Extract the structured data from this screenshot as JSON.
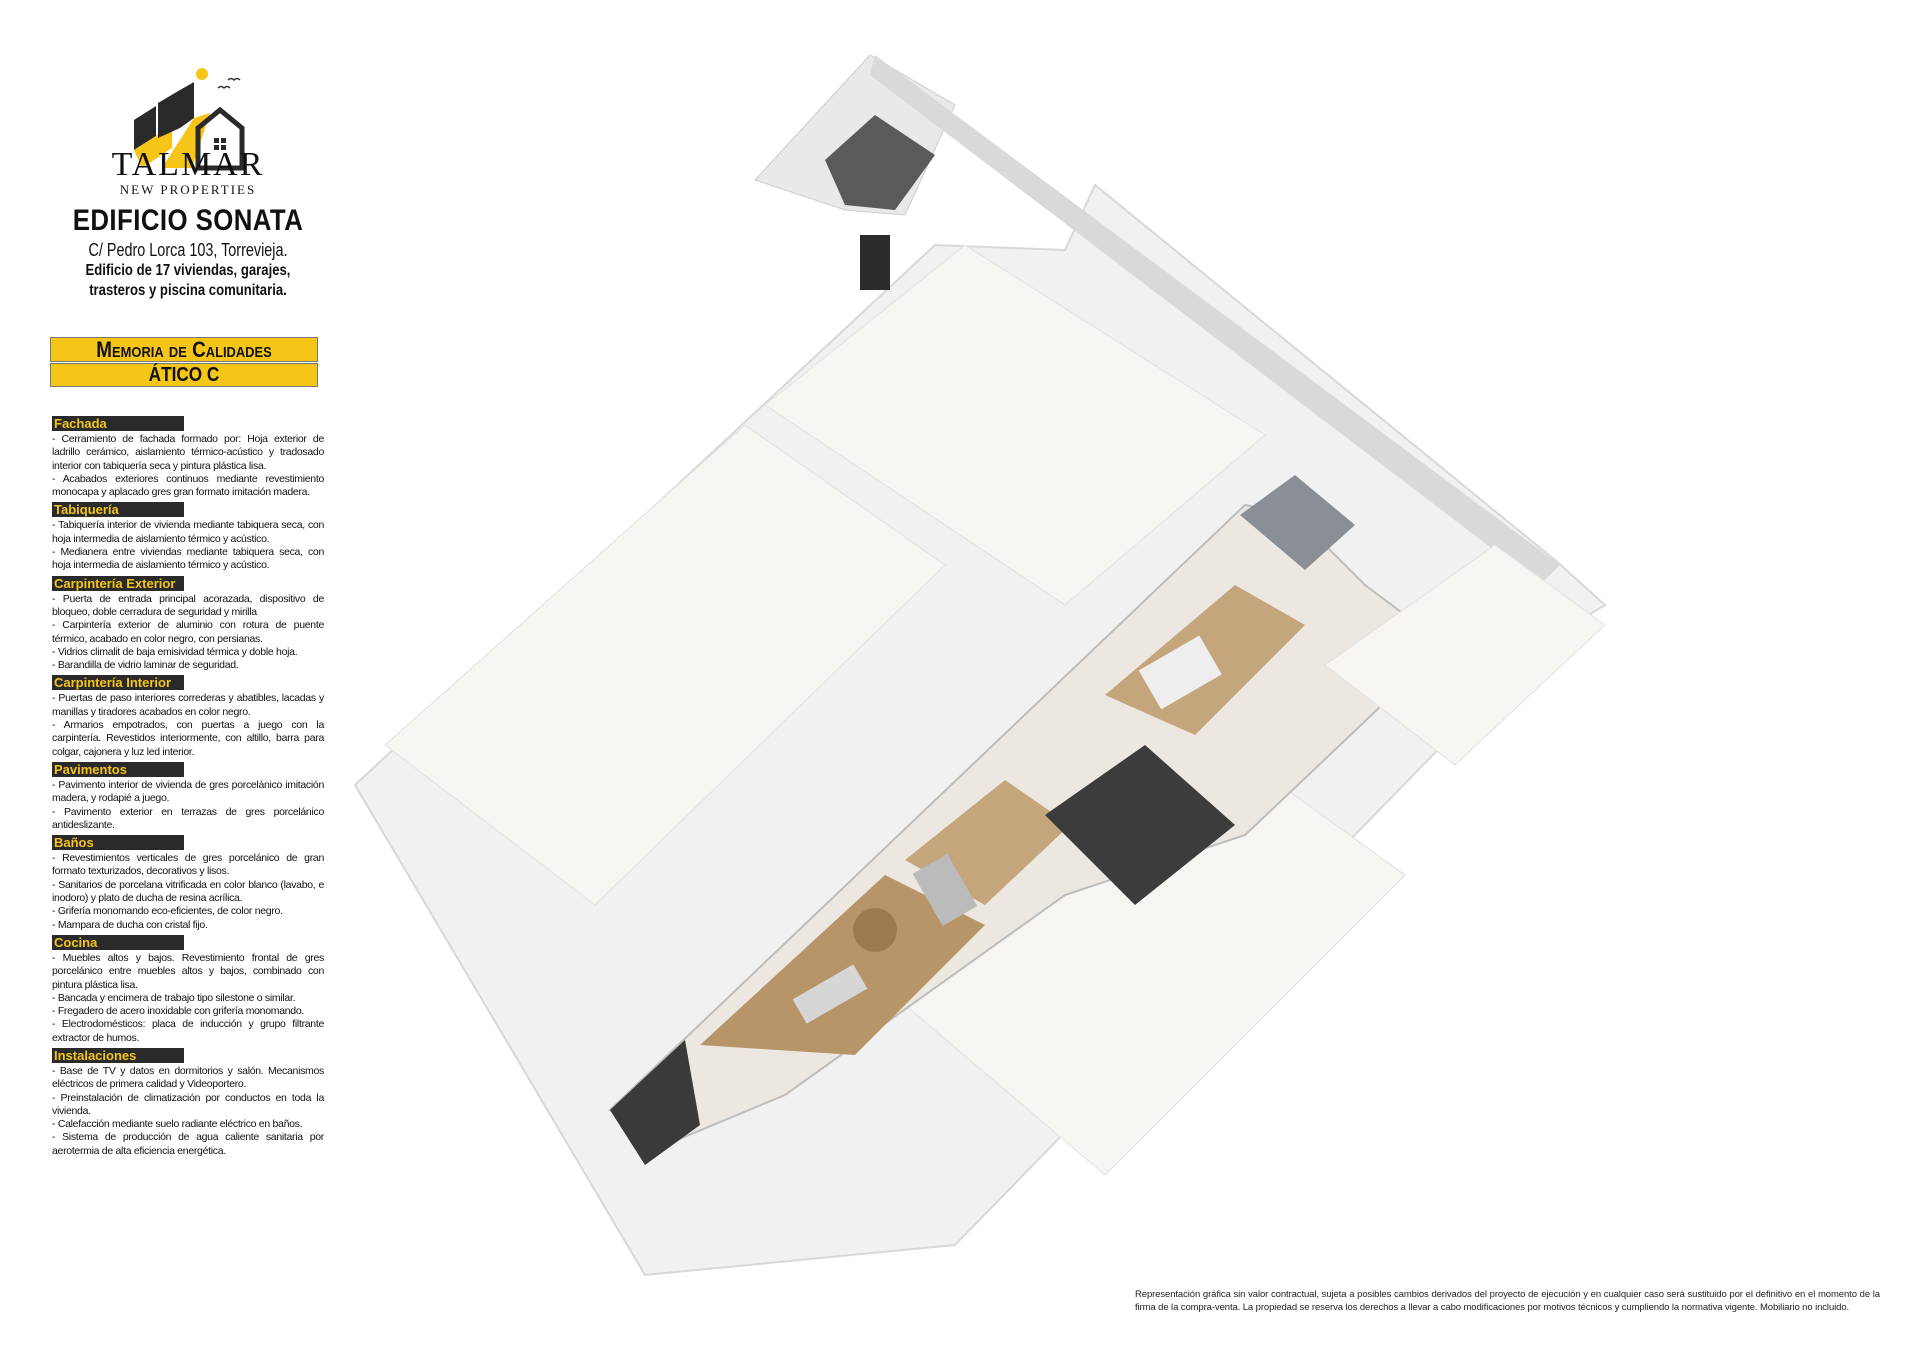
{
  "brand": {
    "name": "TALMAR",
    "subtitle": "NEW PROPERTIES"
  },
  "building": {
    "name": "EDIFICIO SONATA",
    "address": "C/ Pedro Lorca 103, Torrevieja.",
    "desc1": "Edificio de 17 viviendas, garajes,",
    "desc2": "trasteros y piscina comunitaria."
  },
  "banner": {
    "line1": "Memoria de Calidades",
    "line2": "ÁTICO C"
  },
  "sections": [
    {
      "title": "Fachada",
      "lines": [
        "- Cerramiento de fachada formado por: Hoja exterior de ladrillo cerámico, aislamiento térmico-acústico y tradosado interior con tabiquería seca y pintura plástica lisa.",
        "- Acabados exteriores continuos mediante revestimiento monocapa y aplacado gres gran formato imitación madera."
      ]
    },
    {
      "title": "Tabiquería",
      "lines": [
        "- Tabiquería interior de vivienda mediante tabiquera seca, con hoja intermedia de aislamiento térmico y acústico.",
        "- Medianera entre viviendas mediante tabiquera seca, con hoja intermedia de aislamiento térmico y acústico."
      ]
    },
    {
      "title": "Carpintería Exterior",
      "lines": [
        "- Puerta de entrada principal acorazada, dispositivo de bloqueo, doble cerradura de seguridad y mirilla",
        "- Carpintería exterior de aluminio con rotura de puente térmico, acabado en color negro, con persianas.",
        "- Vidrios climalit de baja emisividad térmica y doble hoja.",
        "- Barandilla de vidrio laminar de seguridad."
      ]
    },
    {
      "title": "Carpintería Interior",
      "lines": [
        "- Puertas de paso interiores correderas y abatibles, lacadas y manillas y tiradores acabados en color negro.",
        "- Armarios empotrados, con puertas a juego con la carpintería. Revestidos interiormente, con altillo, barra para colgar, cajonera y luz led interior."
      ]
    },
    {
      "title": "Pavimentos",
      "lines": [
        "- Pavimento interior de vivienda de gres porcelánico imitación madera, y rodapié a juego.",
        "- Pavimento exterior en terrazas de gres porcelánico antideslizante."
      ]
    },
    {
      "title": "Baños",
      "lines": [
        "- Revestimientos verticales de gres porcelánico de gran formato texturizados, decorativos y lisos.",
        "- Sanitarios de porcelana vitrificada en color blanco (lavabo, e inodoro) y plato de ducha de resina acrílica.",
        "- Grifería monomando eco-eficientes, de color negro.",
        "- Mampara de ducha con cristal fijo."
      ]
    },
    {
      "title": "Cocina",
      "lines": [
        "- Muebles altos y bajos. Revestimiento frontal de gres porcelánico entre muebles altos y bajos, combinado con pintura plástica lisa.",
        "- Bancada y encimera de trabajo tipo silestone o similar.",
        "- Fregadero de acero inoxidable con grifería monomando.",
        "- Electrodomésticos: placa de inducción y grupo filtrante extractor de humos."
      ]
    },
    {
      "title": "Instalaciones",
      "lines": [
        "- Base de TV y datos en dormitorios y salón. Mecanismos eléctricos de primera calidad y Videoportero.",
        "- Preinstalación de climatización por conductos en toda la vivienda.",
        "- Calefacción mediante suelo radiante eléctrico en baños.",
        "- Sistema de producción de agua caliente sanitaria por aerotermia de alta eficiencia energética."
      ]
    }
  ],
  "disclaimer": "Representación gráfica sin valor contractual, sujeta a posibles cambios derivados del proyecto de ejecución y en cualquier caso será sustituido por el definitivo en el momento de la firma de la compra-venta. La propiedad se reserva los derechos a llevar a cabo modificaciones por motivos técnicos y cumpliendo la normativa vigente. Mobiliario no incluido.",
  "colors": {
    "accent": "#f5c518",
    "dark": "#2a2a2a",
    "wood": "#b89568",
    "wall": "#f2f2f2"
  }
}
